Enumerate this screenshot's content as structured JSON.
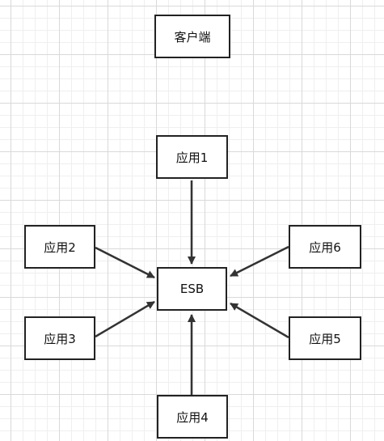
{
  "nodes": {
    "client": "客户端",
    "app1": "应用1",
    "app2": "应用2",
    "app3": "应用3",
    "app4": "应用4",
    "app5": "应用5",
    "app6": "应用6",
    "esb": "ESB"
  },
  "connections": [
    {
      "from": "应用1",
      "to": "ESB"
    },
    {
      "from": "应用2",
      "to": "ESB"
    },
    {
      "from": "应用3",
      "to": "ESB"
    },
    {
      "from": "应用4",
      "to": "ESB"
    },
    {
      "from": "应用5",
      "to": "ESB"
    },
    {
      "from": "应用6",
      "to": "ESB"
    }
  ],
  "colors": {
    "border": "#222222",
    "arrow": "#333333",
    "grid": "#d9d9d9"
  }
}
